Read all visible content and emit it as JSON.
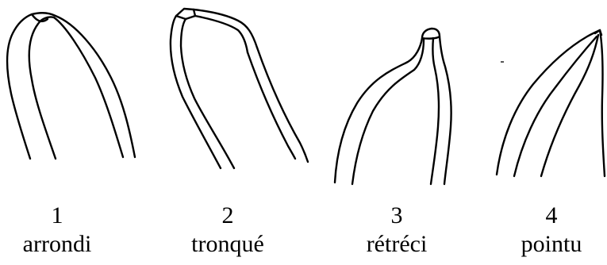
{
  "shapes": [
    {
      "number": "1",
      "label": "arrondi",
      "icon": "rounded-tip-sketch"
    },
    {
      "number": "2",
      "label": "tronqué",
      "icon": "truncated-tip-sketch"
    },
    {
      "number": "3",
      "label": "rétréci",
      "icon": "narrowed-tip-sketch"
    },
    {
      "number": "4",
      "label": "pointu",
      "icon": "pointed-tip-sketch"
    }
  ]
}
